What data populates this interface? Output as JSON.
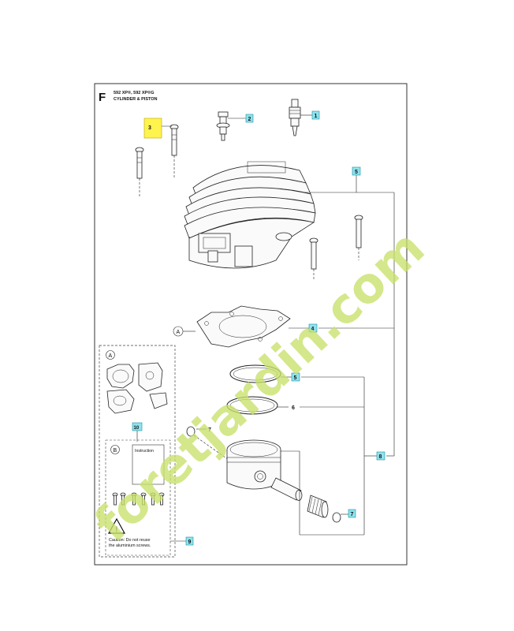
{
  "sheet": {
    "section_letter": "F",
    "model_line": "592 XP®, 592 XP®G",
    "title": "CYLINDER & PISTON"
  },
  "callouts": {
    "c1": "1",
    "c2": "2",
    "c3": "3",
    "c4": "4",
    "c5": "5",
    "c6": "6",
    "c7a": "7",
    "c7b": "7",
    "c8": "8",
    "c9": "9",
    "c10": "10",
    "c11": "5"
  },
  "kit_labels": {
    "a": "A",
    "a_ref": "A",
    "b": "B"
  },
  "kit_b": {
    "instruction": "Instruction",
    "caution_line1": "Caution: Do not reuse",
    "caution_line2": "the aluminium screws."
  },
  "watermark": {
    "text": "foretjardin.com",
    "color": "#c8e06a"
  }
}
